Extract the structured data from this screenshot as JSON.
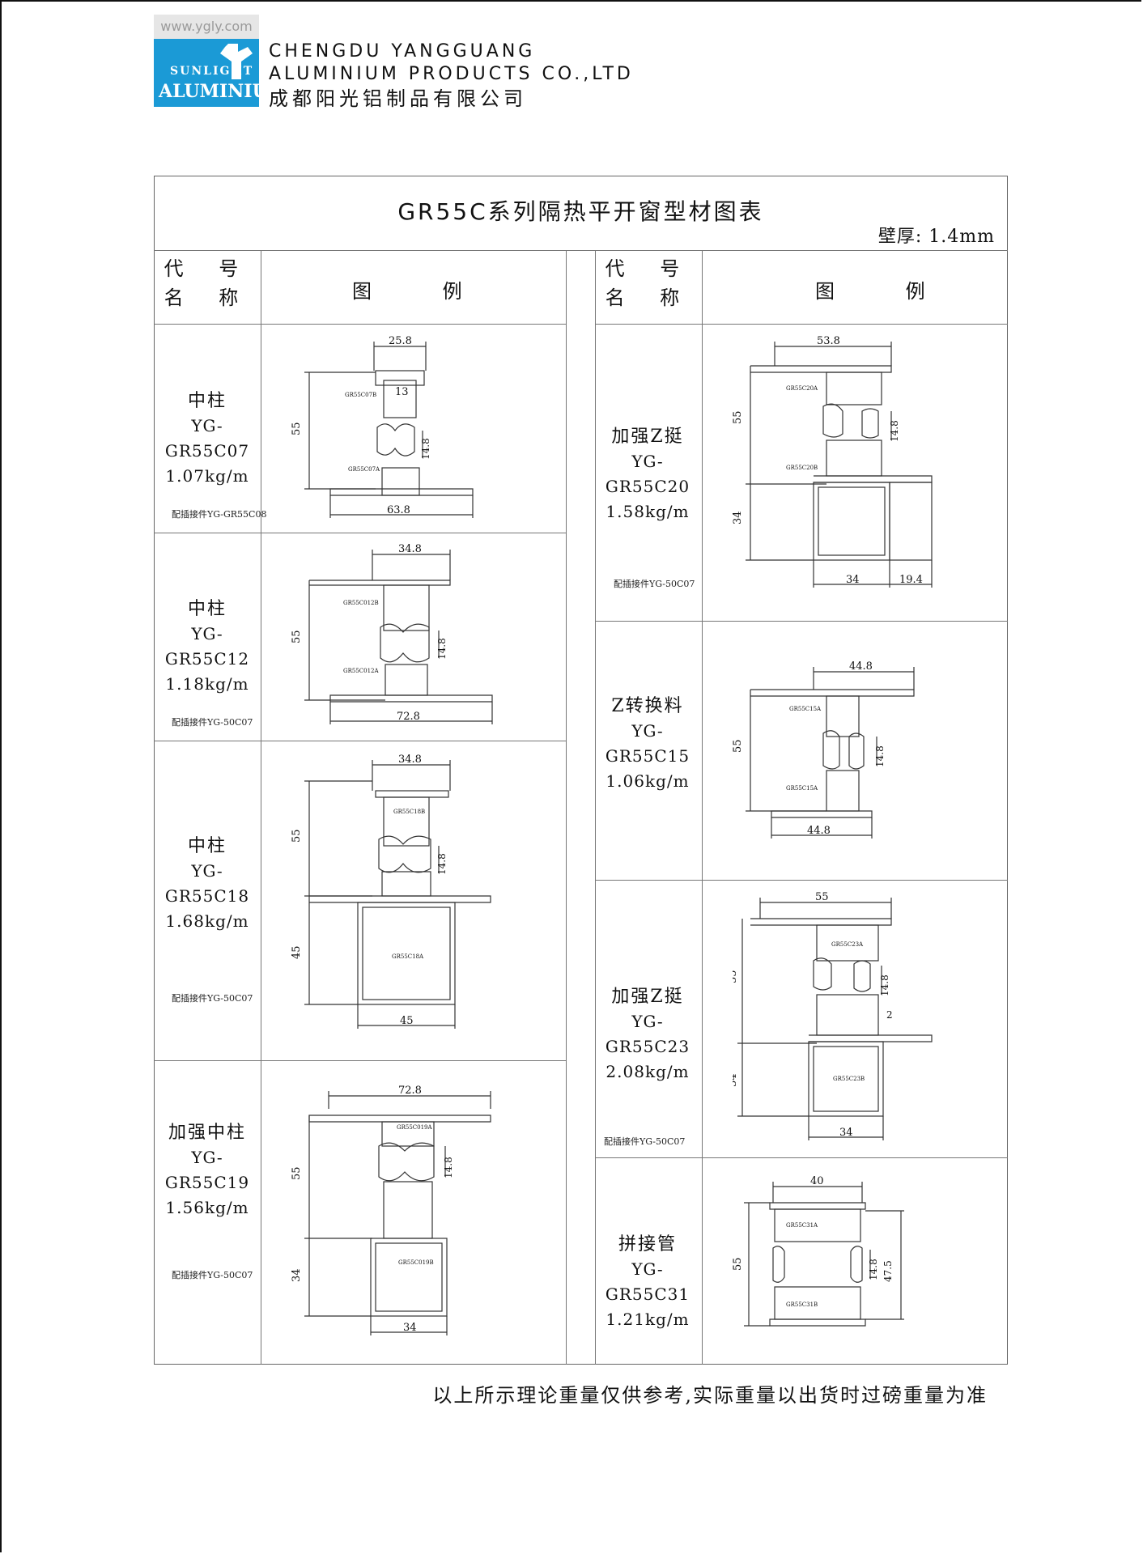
{
  "header": {
    "website": "www.ygly.com",
    "company_en_line1": "CHENGDU YANGGUANG",
    "company_en_line2": "ALUMINIUM PRODUCTS CO.,LTD",
    "company_cn": "成都阳光铝制品有限公司"
  },
  "sheet": {
    "title": "GR55C系列隔热平开窗型材图表",
    "wall_thickness": "壁厚: 1.4mm",
    "col_header_code": "代  号",
    "col_header_name": "名  称",
    "col_header_figure": "图  例"
  },
  "left_items": [
    {
      "name": "中柱",
      "code": "YG-GR55C07",
      "weight": "1.07kg/m",
      "connector": "配插接件YG-GR55C08",
      "dims": {
        "top": "25.8",
        "inner": "13",
        "height": "55",
        "gap": "14.8",
        "bottom": "63.8"
      },
      "parts": [
        "GR55C07B",
        "GR55C07A"
      ]
    },
    {
      "name": "中柱",
      "code": "YG-GR55C12",
      "weight": "1.18kg/m",
      "connector": "配插接件YG-50C07",
      "dims": {
        "top": "34.8",
        "height": "55",
        "gap": "14.8",
        "bottom": "72.8"
      },
      "parts": [
        "GR55C012B",
        "GR55C012A"
      ]
    },
    {
      "name": "中柱",
      "code": "YG-GR55C18",
      "weight": "1.68kg/m",
      "connector": "配插接件YG-50C07",
      "dims": {
        "top": "34.8",
        "height": "55",
        "gap": "14.8",
        "height2": "45",
        "bottom": "45"
      },
      "parts": [
        "GR55C18B",
        "GR55C18A"
      ]
    },
    {
      "name": "加强中柱",
      "code": "YG-GR55C19",
      "weight": "1.56kg/m",
      "connector": "配插接件YG-50C07",
      "dims": {
        "top": "72.8",
        "height": "55",
        "gap": "14.8",
        "height2": "34",
        "bottom": "34"
      },
      "parts": [
        "GR55C019A",
        "GR55C019B"
      ]
    }
  ],
  "right_items": [
    {
      "name": "加强Z挺",
      "code": "YG-GR55C20",
      "weight": "1.58kg/m",
      "connector": "配插接件YG-50C07",
      "dims": {
        "top": "53.8",
        "height": "55",
        "gap": "14.8",
        "height2": "34",
        "bottom": "34",
        "bottom2": "19.4"
      },
      "parts": [
        "GR55C20A",
        "GR55C20B"
      ]
    },
    {
      "name": "Z转换料",
      "code": "YG-GR55C15",
      "weight": "1.06kg/m",
      "connector": "",
      "dims": {
        "top": "44.8",
        "height": "55",
        "gap": "14.8",
        "bottom": "44.8"
      },
      "parts": [
        "GR55C15A",
        "GR55C15A"
      ]
    },
    {
      "name": "加强Z挺",
      "code": "YG-GR55C23",
      "weight": "2.08kg/m",
      "connector": "配插接件YG-50C07",
      "dims": {
        "top": "55",
        "height": "55",
        "gap": "14.8",
        "small": "2",
        "height2": "34",
        "bottom": "34"
      },
      "parts": [
        "GR55C23A",
        "GR55C23B"
      ]
    },
    {
      "name": "拼接管",
      "code": "YG-GR55C31",
      "weight": "1.21kg/m",
      "connector": "",
      "dims": {
        "top": "40",
        "height": "55",
        "gap": "14.8",
        "right": "47.5"
      },
      "parts": [
        "GR55C31A",
        "GR55C31B"
      ]
    }
  ],
  "footer": {
    "note": "以上所示理论重量仅供参考,实际重量以出货时过磅重量为准"
  },
  "colors": {
    "logo_bg": "#1b9ad6",
    "line": "#777777",
    "text": "#111111"
  }
}
